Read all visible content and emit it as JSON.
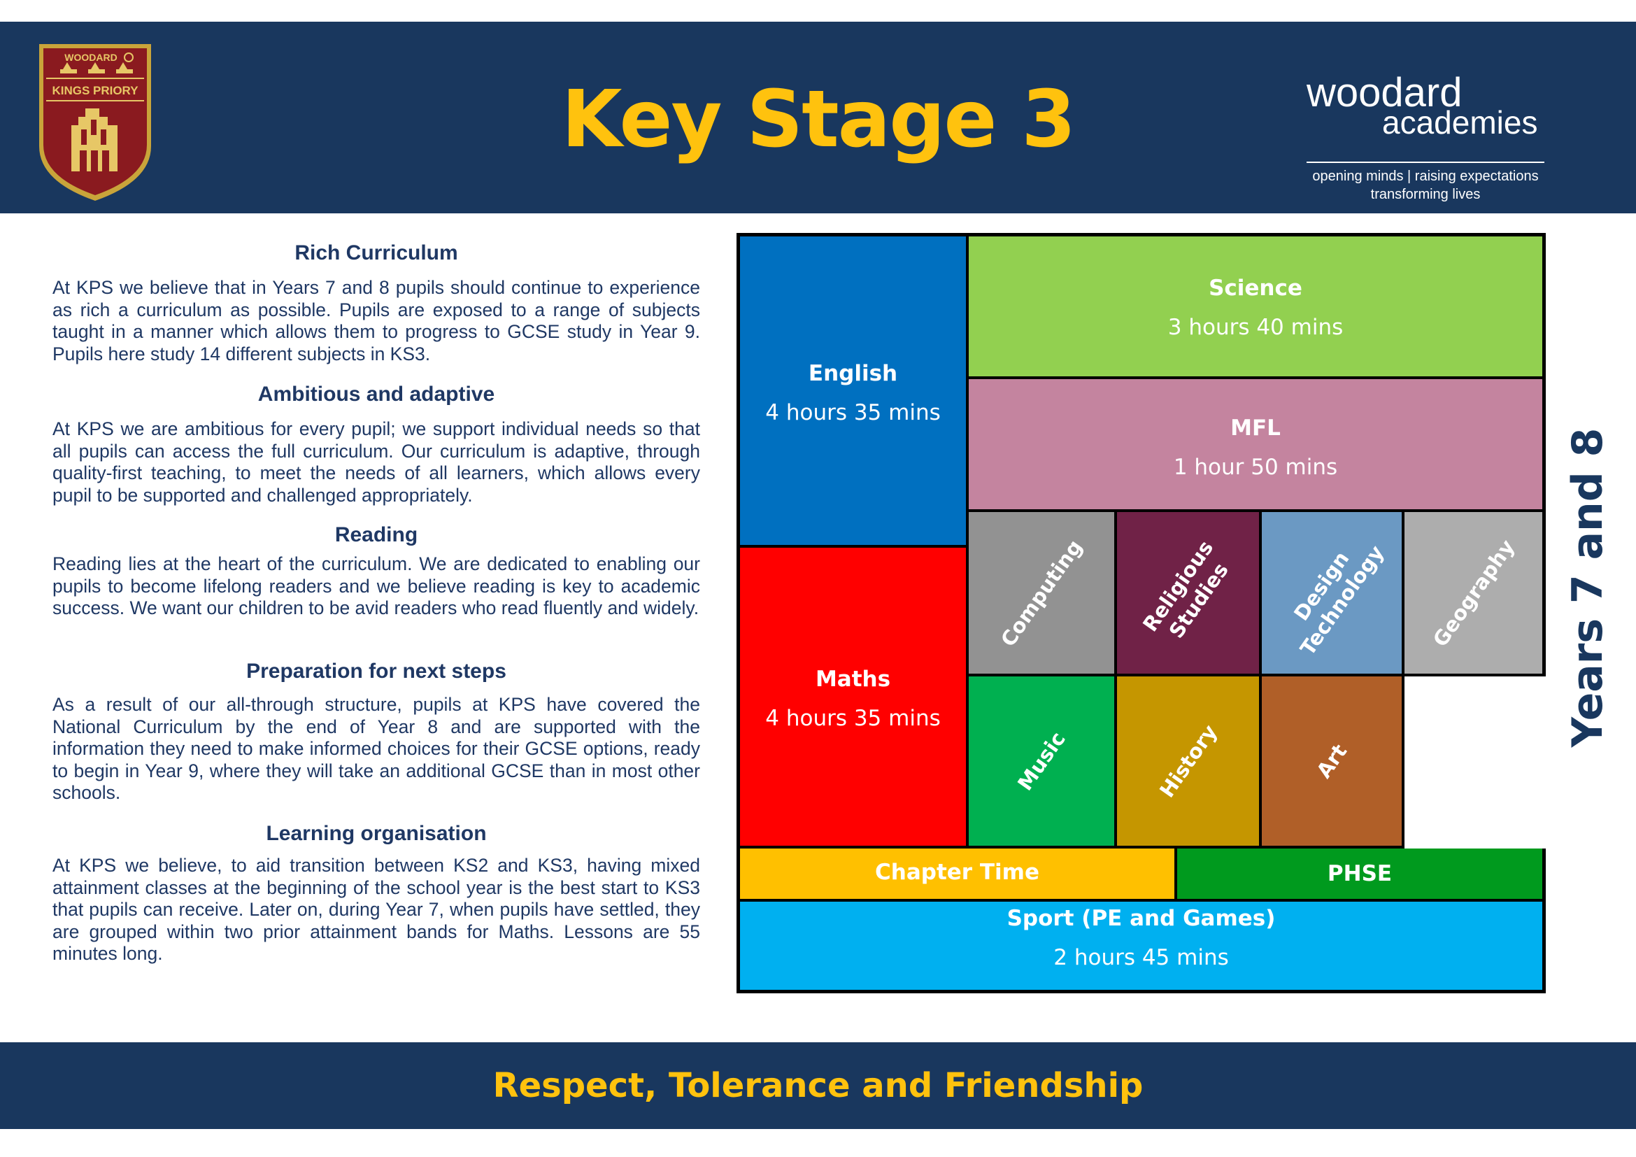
{
  "header": {
    "title": "Key Stage 3",
    "crest": {
      "top": "WOODARD",
      "name": "KINGS PRIORY"
    },
    "woodard_logo": {
      "word1": "woodard",
      "word2": "academies",
      "tagline1": "opening minds | raising expectations",
      "tagline2": "transforming lives"
    }
  },
  "sections": [
    {
      "heading": "Rich Curriculum",
      "body": "At KPS we believe that in Years 7 and 8 pupils should continue to experience as rich a curriculum as possible. Pupils are exposed to a range of subjects taught in a manner which allows them to progress to GCSE study in Year 9. Pupils here study 14 different subjects in KS3."
    },
    {
      "heading": "Ambitious and adaptive",
      "body": "At KPS we are ambitious for every pupil; we support individual needs so that all pupils can access the full curriculum.  Our curriculum is adaptive, through quality-first teaching, to meet the needs of all learners, which allows every pupil to be supported and challenged appropriately."
    },
    {
      "heading": "Reading",
      "body": "Reading lies at the heart of the curriculum. We are dedicated to enabling our pupils to become lifelong readers and we believe reading is key to academic success. We want our children to be avid readers who read fluently and widely."
    },
    {
      "heading": "Preparation for next steps",
      "body": "As a result of our all-through structure, pupils at KPS have covered the National Curriculum by the end of Year 8 and are supported with the information they need to make informed choices for their GCSE options, ready to begin in Year 9, where they will take an additional GCSE than in most other schools."
    },
    {
      "heading": "Learning organisation",
      "body": "At KPS we believe, to aid transition between KS2 and KS3, having mixed attainment classes at the beginning of the school year is the best start to KS3 that pupils can receive. Later on, during Year 7, when pupils have settled, they are grouped within two prior attainment bands for Maths. Lessons are 55 minutes long."
    }
  ],
  "subjects": {
    "english": {
      "name": "English",
      "time": "4 hours 35 mins",
      "color": "#0070c0"
    },
    "maths": {
      "name": "Maths",
      "time": "4 hours 35 mins",
      "color": "#ff0000"
    },
    "science": {
      "name": "Science",
      "time": "3 hours 40 mins",
      "color": "#92d050"
    },
    "mfl": {
      "name": "MFL",
      "time": "1 hour 50 mins",
      "color": "#c4849f"
    },
    "computing": {
      "name": "Computing",
      "color": "#929292"
    },
    "rs": {
      "name1": "Religious",
      "name2": "Studies",
      "color": "#702247"
    },
    "dt": {
      "name1": "Design",
      "name2": "Technology",
      "color": "#6b99c3"
    },
    "geography": {
      "name": "Geography",
      "color": "#adadad"
    },
    "music": {
      "name": "Music",
      "color": "#00b050"
    },
    "history": {
      "name": "History",
      "color": "#c59600"
    },
    "art": {
      "name": "Art",
      "color": "#b05f28"
    },
    "chapter": {
      "name": "Chapter Time",
      "color": "#ffc000"
    },
    "phse": {
      "name": "PHSE",
      "color": "#009a1e"
    },
    "sport": {
      "name": "Sport (PE and Games)",
      "time": "2 hours 45 mins",
      "color": "#00b0f0"
    }
  },
  "side_label": "Years 7 and 8",
  "footer": {
    "motto": "Respect, Tolerance and Friendship"
  },
  "colors": {
    "navy": "#19375e",
    "gold": "#ffc20e",
    "text": "#1f3864"
  }
}
